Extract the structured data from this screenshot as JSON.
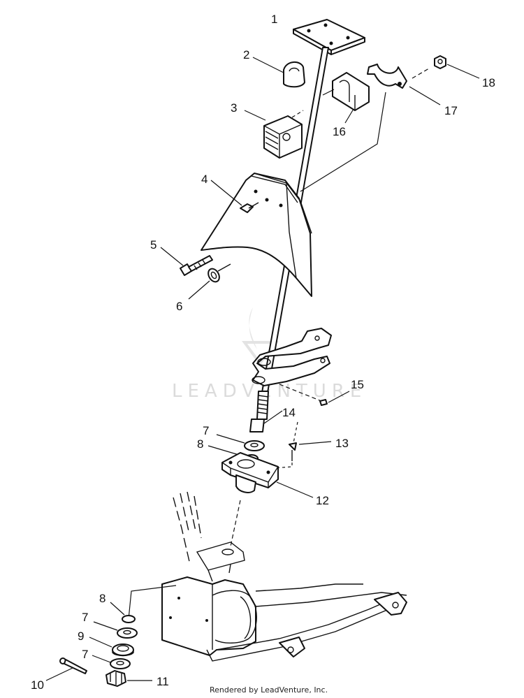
{
  "callouts": [
    {
      "id": "1",
      "label": "1"
    },
    {
      "id": "2",
      "label": "2"
    },
    {
      "id": "3",
      "label": "3"
    },
    {
      "id": "4",
      "label": "4"
    },
    {
      "id": "5",
      "label": "5"
    },
    {
      "id": "6",
      "label": "6"
    },
    {
      "id": "7a",
      "label": "7"
    },
    {
      "id": "8a",
      "label": "8"
    },
    {
      "id": "8b",
      "label": "8"
    },
    {
      "id": "7b",
      "label": "7"
    },
    {
      "id": "9",
      "label": "9"
    },
    {
      "id": "7c",
      "label": "7"
    },
    {
      "id": "10",
      "label": "10"
    },
    {
      "id": "11",
      "label": "11"
    },
    {
      "id": "12",
      "label": "12"
    },
    {
      "id": "13",
      "label": "13"
    },
    {
      "id": "14",
      "label": "14"
    },
    {
      "id": "15",
      "label": "15"
    },
    {
      "id": "16",
      "label": "16"
    },
    {
      "id": "17",
      "label": "17"
    },
    {
      "id": "18",
      "label": "18"
    }
  ],
  "watermark": "LEADVENTURE",
  "footer": "Rendered by LeadVenture, Inc."
}
